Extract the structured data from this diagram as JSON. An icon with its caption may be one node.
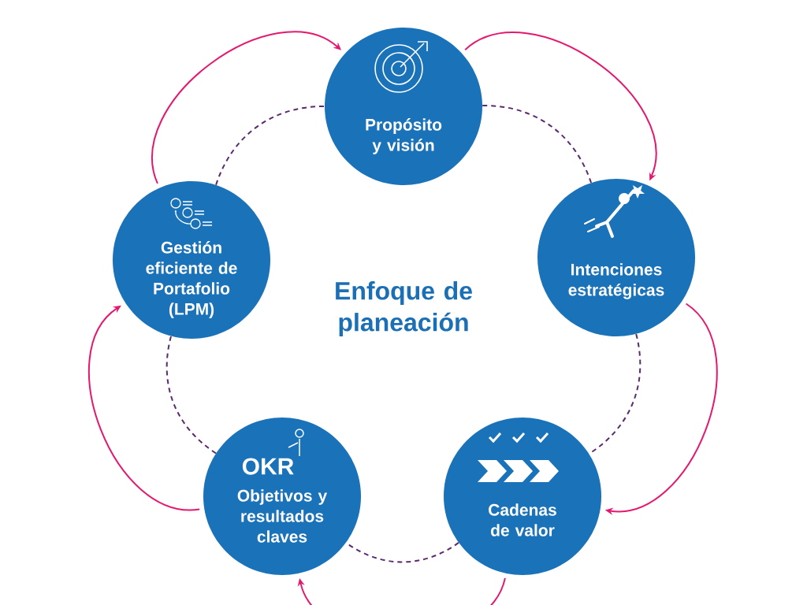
{
  "diagram": {
    "title": "Enfoque de planeación",
    "nodes": [
      {
        "text": [
          "Propósito y visión"
        ]
      },
      {
        "text": [
          "Intenciones estratégicas"
        ]
      },
      {
        "text": [
          "Cadenas de valor"
        ]
      },
      {
        "text": [
          "OKR",
          "Objetivos y resultados claves"
        ]
      },
      {
        "text": [
          "Gestión eficiente de Portafolio (LPM)"
        ]
      }
    ],
    "edges": [
      {
        "from": 0,
        "to": 1,
        "arrow": "none",
        "style": "dashed",
        "color": "#5b2a6e"
      },
      {
        "from": 1,
        "to": 2,
        "arrow": "none",
        "style": "dashed",
        "color": "#5b2a6e"
      },
      {
        "from": 2,
        "to": 3,
        "arrow": "none",
        "style": "dashed",
        "color": "#5b2a6e"
      },
      {
        "from": 3,
        "to": 4,
        "arrow": "none",
        "style": "dashed",
        "color": "#5b2a6e"
      },
      {
        "from": 4,
        "to": 0,
        "arrow": "none",
        "style": "dashed",
        "color": "#5b2a6e"
      },
      {
        "from": 0,
        "to": 1,
        "arrow": "to",
        "color": "#e5186f"
      },
      {
        "from": 1,
        "to": 2,
        "arrow": "to",
        "color": "#e5186f"
      },
      {
        "from": 2,
        "to": 3,
        "arrow": "to",
        "color": "#e5186f"
      },
      {
        "from": 3,
        "to": 4,
        "arrow": "to",
        "color": "#e5186f"
      },
      {
        "from": 4,
        "to": 0,
        "arrow": "to",
        "color": "#e5186f"
      }
    ]
  }
}
